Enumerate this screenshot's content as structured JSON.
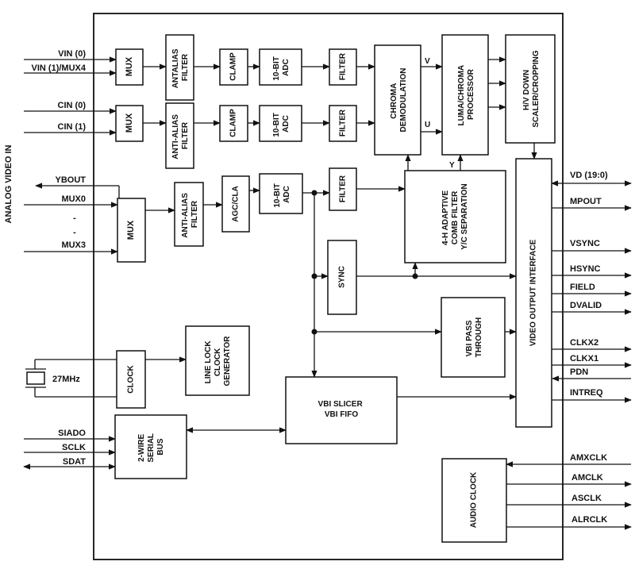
{
  "side_label": "ANALOG VIDEO IN",
  "inputs": {
    "vin0": "VIN (0)",
    "vin1_mux4": "VIN (1)/MUX4",
    "cin0": "CIN (0)",
    "cin1": "CIN (1)",
    "ybout": "YBOUT",
    "mux0": "MUX0",
    "dash": "-",
    "mux3": "MUX3",
    "crystal": "27MHz",
    "siado": "SIADO",
    "sclk": "SCLK",
    "sdat": "SDAT"
  },
  "blocks": {
    "mux": "MUX",
    "antialias_filter_1": [
      "ANTALIAS",
      "FILTER"
    ],
    "antialias_filter": [
      "ANTI-ALIAS",
      "FILTER"
    ],
    "clamp": "CLAMP",
    "adc": [
      "10-BIT",
      "ADC"
    ],
    "filter": "FILTER",
    "agc": "AGC/CLA",
    "chroma_demod": [
      "CHROMA",
      "DEMODULATION"
    ],
    "luma_chroma": [
      "LUMA/CHROMA",
      "PROCESSOR"
    ],
    "hv_scaler": [
      "H/V DOWN",
      "SCALER/CROPPING"
    ],
    "comb_filter": [
      "4-H ADAPTIVE",
      "COMB FILTER",
      "Y/C SEPARATION"
    ],
    "sync": "SYNC",
    "vbi_pass": [
      "VBI PASS",
      "THROUGH"
    ],
    "video_output": "VIDEO OUTPUT INTERFACE",
    "clock": "CLOCK",
    "line_lock": [
      "LINE LOCK",
      "CLOCK",
      "GENERATOR"
    ],
    "vbi_slicer": [
      "VBI SLICER",
      "VBI FIFO"
    ],
    "serial_bus": [
      "2-WIRE",
      "SERIAL",
      "BUS"
    ],
    "audio_clock": "AUDIO CLOCK"
  },
  "signal_labels": {
    "v": "V",
    "u": "U",
    "y": "Y"
  },
  "outputs": {
    "vd": "VD (19:0)",
    "mpout": "MPOUT",
    "vsync": "VSYNC",
    "hsync": "HSYNC",
    "field": "FIELD",
    "dvalid": "DVALID",
    "clkx2": "CLKX2",
    "clkx1": "CLKX1",
    "pdn": "PDN",
    "intreq": "INTREQ",
    "amxclk": "AMXCLK",
    "amclk": "AMCLK",
    "asclk": "ASCLK",
    "alrclk": "ALRCLK"
  }
}
